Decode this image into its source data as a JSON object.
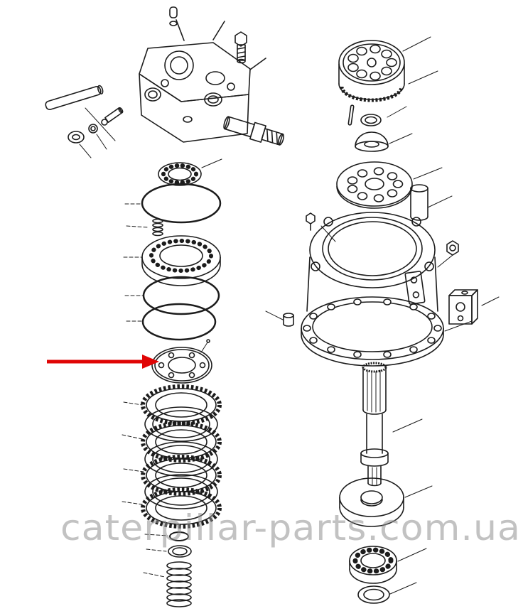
{
  "diagram": {
    "type": "exploded-parts-diagram",
    "watermark": "caterpillar-parts.com.ua",
    "line_color": "#1c1c1c",
    "background_color": "#ffffff",
    "annotation_arrow": {
      "color": "#e00505",
      "direction": "pointing-right",
      "target_part": "retainer-plate"
    }
  }
}
